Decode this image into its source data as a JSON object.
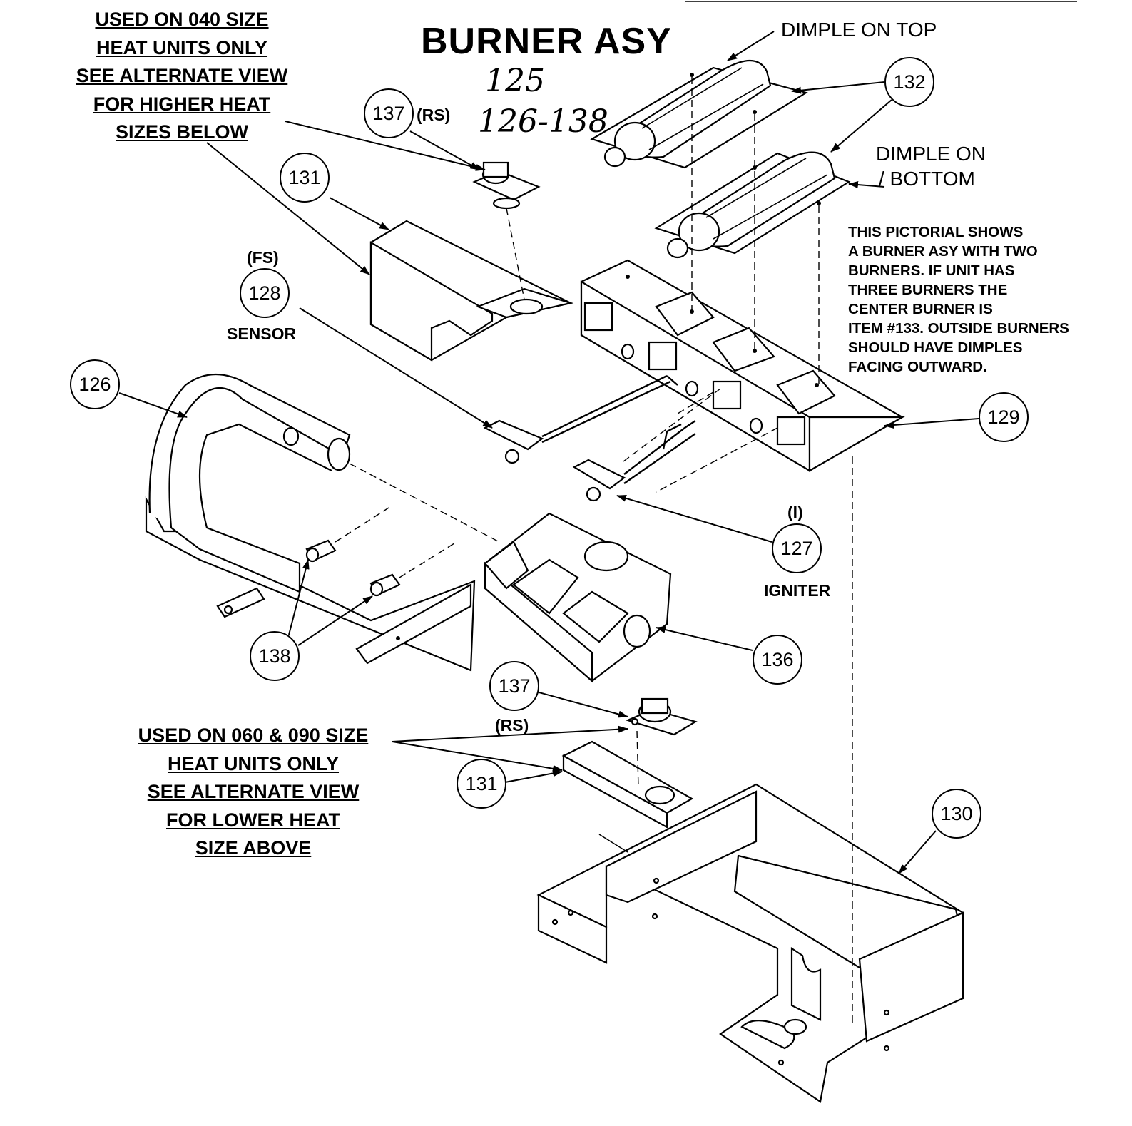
{
  "diagram": {
    "title": "BURNER ASY",
    "handwritten": {
      "line1": "125",
      "line2": "126-138"
    },
    "note_top": [
      "USED ON 040 SIZE",
      "HEAT UNITS ONLY",
      "SEE ALTERNATE VIEW",
      "FOR HIGHER HEAT",
      "SIZES BELOW"
    ],
    "note_bottom": [
      "USED ON 060 & 090 SIZE",
      "HEAT UNITS ONLY",
      "SEE ALTERNATE VIEW",
      "FOR LOWER HEAT",
      "SIZE ABOVE"
    ],
    "pictorial_note": [
      "THIS PICTORIAL SHOWS",
      "A BURNER ASY WITH TWO",
      "BURNERS. IF UNIT HAS",
      "THREE BURNERS THE",
      "CENTER BURNER IS",
      "ITEM #133. OUTSIDE BURNERS",
      "SHOULD HAVE DIMPLES",
      "FACING OUTWARD."
    ],
    "labels": {
      "dimple_top": "DIMPLE ON TOP",
      "dimple_bottom_1": "DIMPLE ON",
      "dimple_bottom_2": "/ BOTTOM",
      "rs_top": "(RS)",
      "rs_bottom": "(RS)",
      "fs": "(FS)",
      "sensor": "SENSOR",
      "i": "(I)",
      "igniter": "IGNITER"
    },
    "callouts": {
      "c137_top": "137",
      "c131_top": "131",
      "c128": "128",
      "c126": "126",
      "c132": "132",
      "c129": "129",
      "c127": "127",
      "c136": "136",
      "c138": "138",
      "c137_bottom": "137",
      "c131_bottom": "131",
      "c130": "130"
    }
  }
}
